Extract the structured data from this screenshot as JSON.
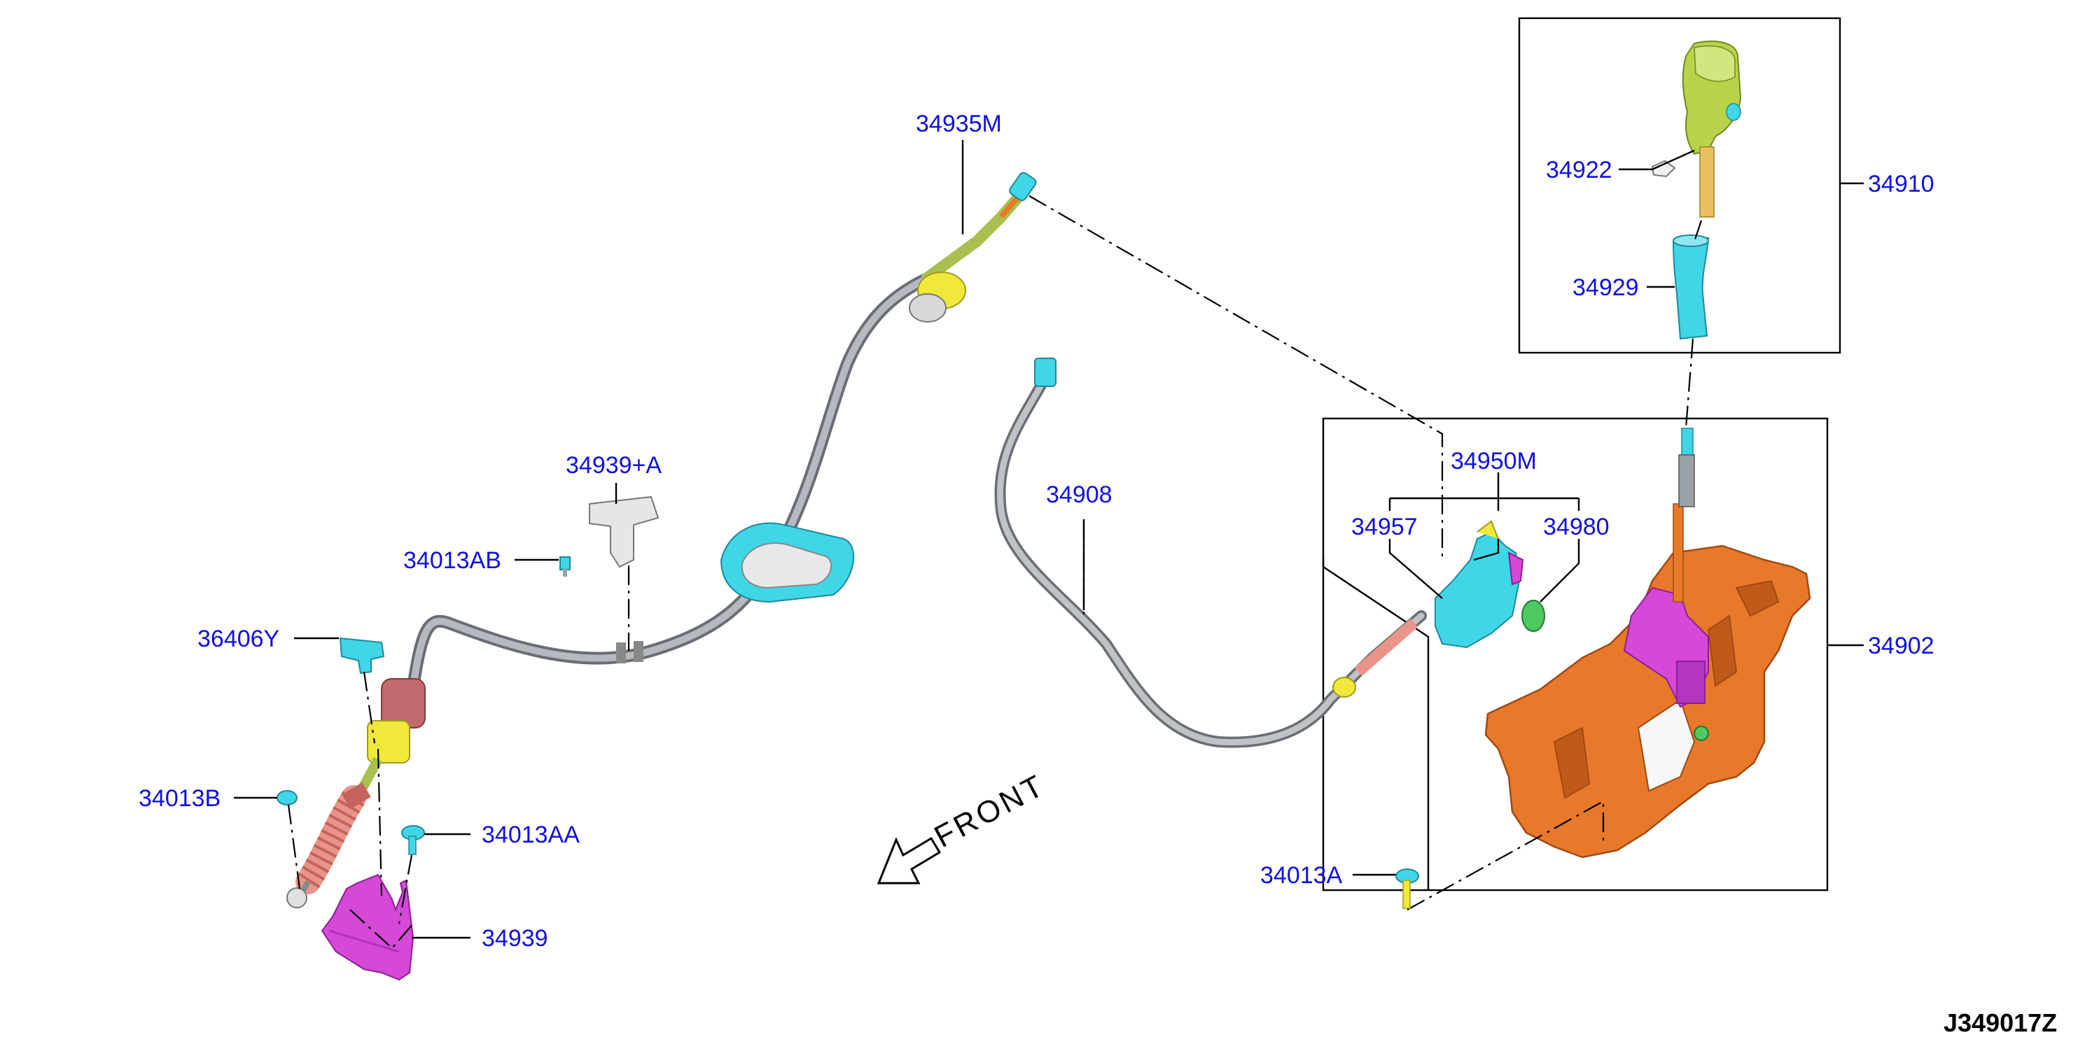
{
  "diagram": {
    "figure_code": "J349017Z",
    "front_label": "FRONT",
    "parts": {
      "p34935M": "34935M",
      "p34922": "34922",
      "p34910": "34910",
      "p34929": "34929",
      "p34939A": "34939+A",
      "p34013AB": "34013AB",
      "p34908": "34908",
      "p34950M": "34950M",
      "p34957": "34957",
      "p34980": "34980",
      "p36406Y": "36406Y",
      "p34902": "34902",
      "p34013B": "34013B",
      "p34013AA": "34013AA",
      "p34013A": "34013A",
      "p34939": "34939"
    },
    "colors": {
      "label": "#1010e0",
      "cable_gray": "#9aa0a8",
      "cyan": "#3fd6e8",
      "yellow": "#f0e83a",
      "orange": "#e8782a",
      "magenta": "#d548d8",
      "salmon": "#e8948a",
      "olive_green": "#b8d24a",
      "green": "#4fc860"
    }
  }
}
